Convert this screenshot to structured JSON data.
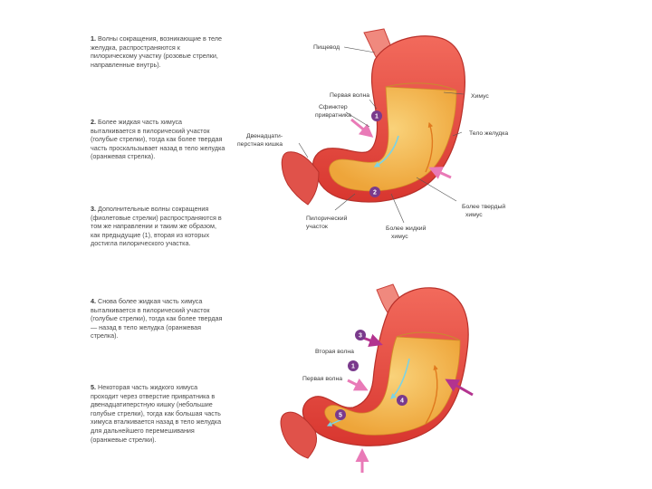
{
  "steps": [
    {
      "num": "1.",
      "text": "Волны сокращения, возникающие в теле желудка, распространяются к пилорическому участку (розовые стрелки, направленные внутрь)."
    },
    {
      "num": "2.",
      "text": "Более жидкая часть химуса выталкивается в пилорический участок (голубые стрелки), тогда как более твердая часть проскальзывает назад в тело желудка (оранжевая стрелка)."
    },
    {
      "num": "3.",
      "text": "Дополнительные волны сокращения (фиолетовые стрелки) распространяются в том же направлении и таким же образом, как предыдущие (1), вторая из которых достигла пилорического участка."
    },
    {
      "num": "4.",
      "text": "Снова более жидкая часть химуса выталкивается в пилорический участок (голубые стрелки), тогда как более твердая — назад в тело желудка (оранжевая стрелка)."
    },
    {
      "num": "5.",
      "text": "Некоторая часть жидкого химуса проходит через отверстие привратника в двенадцатиперстную кишку (небольшие голубые стрелки), тогда как большая часть химуса вталкивается назад в тело желудка для дальнейшего перемешивания (оранжевые стрелки)."
    }
  ],
  "top_labels": {
    "esophagus": "Пищевод",
    "first_wave": "Первая волна",
    "chyme": "Химус",
    "sphincter_1": "Сфинктер",
    "sphincter_2": "привратника",
    "body": "Тело желудка",
    "duodenum_1": "Двенадцати-",
    "duodenum_2": "перстная кишка",
    "solid_1": "Более твердый",
    "solid_2": "химус",
    "pyloric_1": "Пилорический",
    "pyloric_2": "участок",
    "liquid_1": "Более жидкий",
    "liquid_2": "химус"
  },
  "bottom_labels": {
    "second_wave": "Вторая волна",
    "first_wave": "Первая волна"
  },
  "badges": {
    "top_1": "1",
    "top_2": "2",
    "bot_3": "3",
    "bot_1": "1",
    "bot_4": "4",
    "bot_5": "5"
  },
  "colors": {
    "wall_red": "#e8453c",
    "chyme_yellow": "#f3b545",
    "arrow_pink": "#e97ab7",
    "arrow_purple": "#b3338f",
    "badge_purple": "#7a3a8c",
    "cyan_arrow": "#7ad3e6"
  }
}
